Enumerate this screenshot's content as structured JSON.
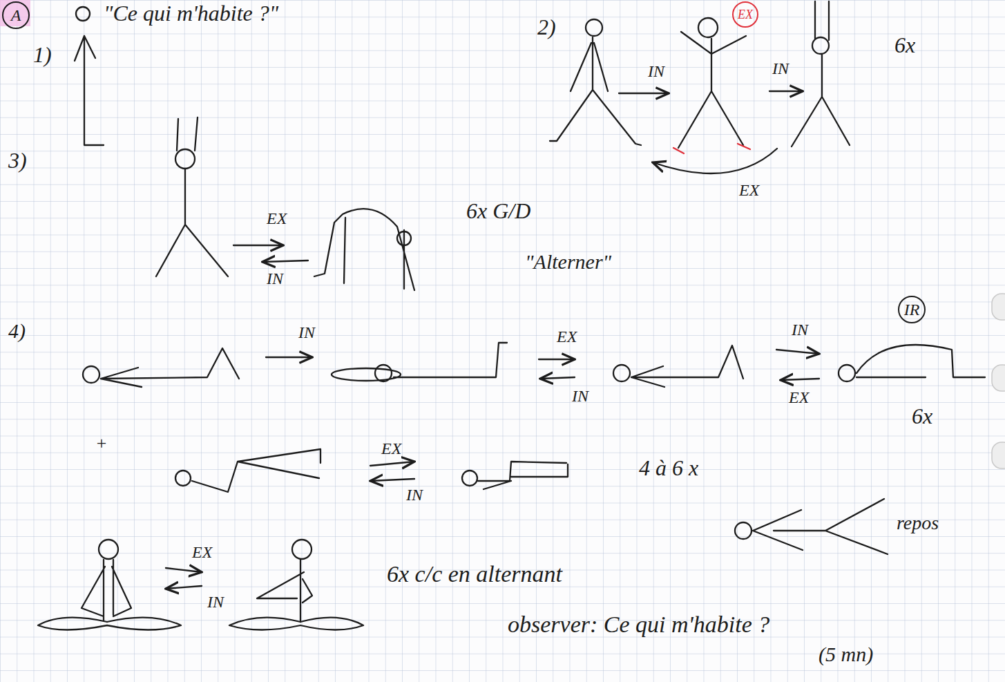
{
  "diagram": {
    "nodes": [
      {
        "text": [
          "A"
        ]
      },
      {
        "text": [
          "EX"
        ]
      },
      {
        "text": [
          "IR"
        ]
      }
    ],
    "labels": [
      "1)",
      "\"Ce qui m'habite ?\"",
      "2)",
      "IN",
      "IN",
      "6x",
      "EX",
      "3)",
      "EX",
      "IN",
      "6x G/D",
      "\"Alterner\"",
      "4)",
      "IN",
      "EX",
      "IN",
      "IN",
      "EX",
      "6x",
      "+",
      "EX",
      "IN",
      "4 à 6 x",
      "repos",
      "EX",
      "IN",
      "6x c/c en alternant",
      "observer: Ce qui m'habite ?",
      "(5 mn)"
    ]
  }
}
